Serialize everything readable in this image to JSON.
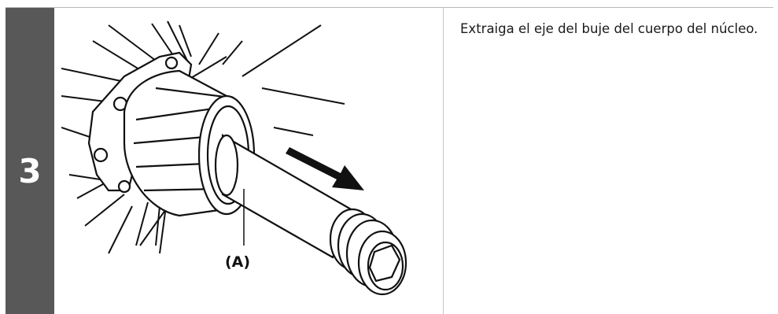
{
  "step": {
    "number": "3",
    "bar_color": "#585858",
    "instruction": "Extraiga el eje del buje del cuerpo del núcleo."
  },
  "illustration": {
    "callout_label": "(A)",
    "arrow_icon": "arrow-right-down-icon"
  }
}
